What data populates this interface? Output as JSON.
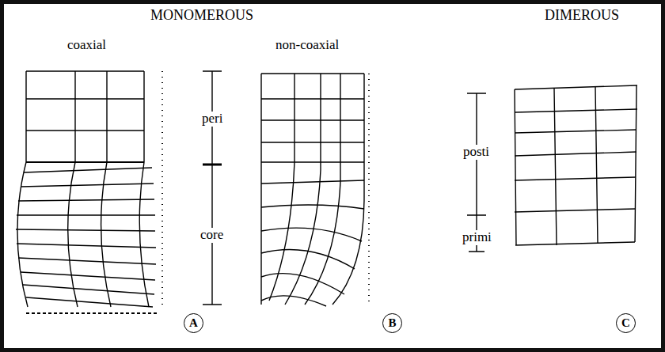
{
  "diagram": {
    "nodes": [
      {
        "text": [
          "A"
        ]
      },
      {
        "text": [
          "B"
        ]
      },
      {
        "text": [
          "C"
        ]
      }
    ],
    "labels": [
      "MONOMEROUS",
      "coaxial",
      "non-coaxial",
      "peri",
      "core",
      "DIMEROUS",
      "posti",
      "primi"
    ]
  }
}
